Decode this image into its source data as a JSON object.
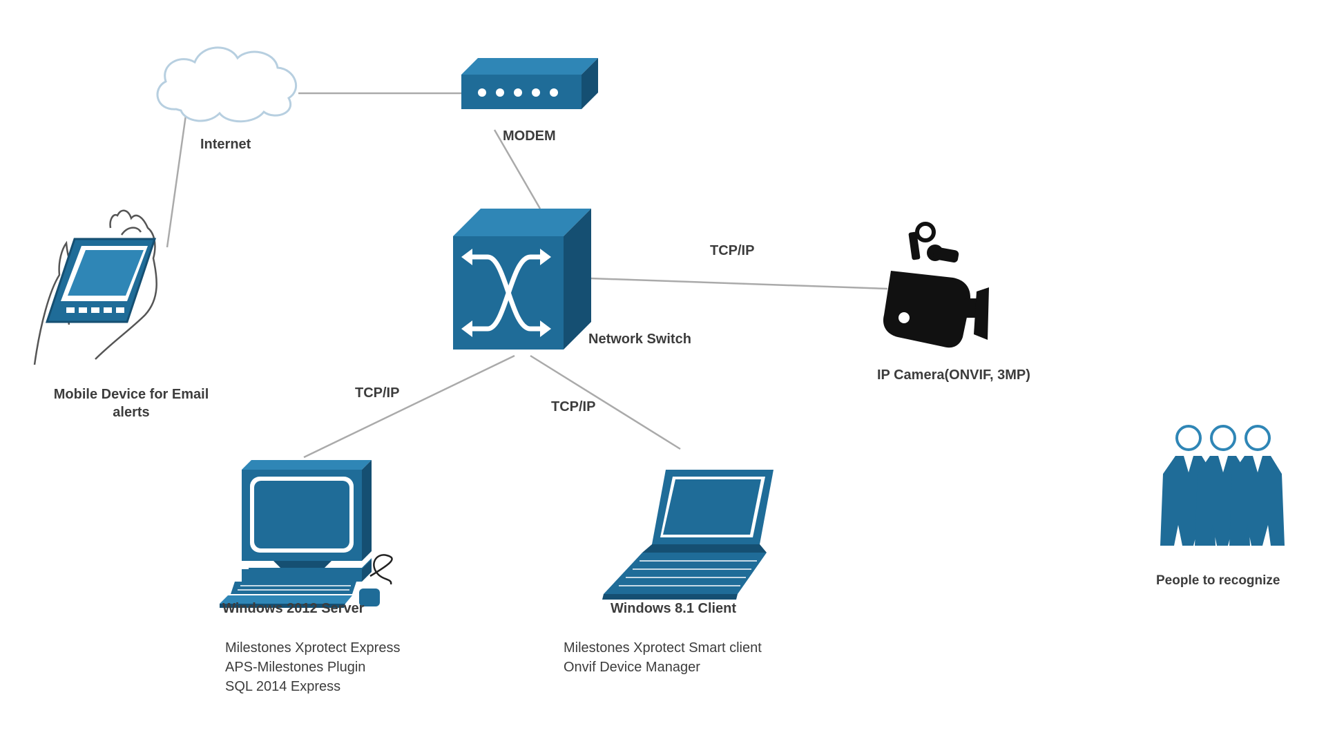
{
  "colors": {
    "device_blue": "#1f6c98",
    "device_dark": "#154f72",
    "device_light": "#2f86b6",
    "cable": "#aaaaaa",
    "text": "#3c3c3c",
    "camera": "#111111"
  },
  "nodes": {
    "internet": {
      "label": "Internet",
      "icon": "cloud-icon"
    },
    "modem": {
      "label": "MODEM",
      "icon": "modem-icon"
    },
    "switch": {
      "label": "Network Switch",
      "icon": "network-switch-icon"
    },
    "mobile": {
      "label_line1": "Mobile Device for Email",
      "label_line2": "alerts",
      "icon": "mobile-device-icon"
    },
    "camera": {
      "label": "IP Camera(ONVIF, 3MP)",
      "icon": "ip-camera-icon"
    },
    "server": {
      "label": "Windows 2012 Server",
      "icon": "desktop-computer-icon",
      "software": [
        "Milestones Xprotect Express",
        "APS-Milestones Plugin",
        "SQL 2014 Express"
      ]
    },
    "client": {
      "label": "Windows 8.1 Client",
      "icon": "laptop-icon",
      "software": [
        "Milestones Xprotect Smart client",
        "Onvif Device Manager"
      ]
    },
    "people": {
      "label": "People to recognize",
      "icon": "people-group-icon"
    }
  },
  "links": {
    "switch_camera": "TCP/IP",
    "switch_server": "TCP/IP",
    "switch_client": "TCP/IP"
  }
}
